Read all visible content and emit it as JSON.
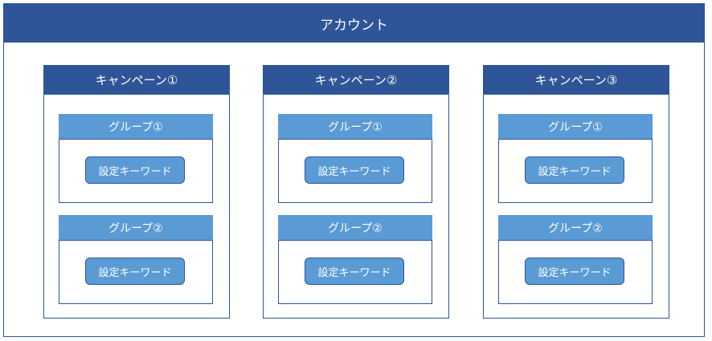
{
  "account": {
    "label": "アカウント"
  },
  "campaigns": [
    {
      "label": "キャンペーン①",
      "groups": [
        {
          "label": "グループ①",
          "keyword": "設定キーワード"
        },
        {
          "label": "グループ②",
          "keyword": "設定キーワード"
        }
      ]
    },
    {
      "label": "キャンペーン②",
      "groups": [
        {
          "label": "グループ①",
          "keyword": "設定キーワード"
        },
        {
          "label": "グループ②",
          "keyword": "設定キーワード"
        }
      ]
    },
    {
      "label": "キャンペーン③",
      "groups": [
        {
          "label": "グループ①",
          "keyword": "設定キーワード"
        },
        {
          "label": "グループ②",
          "keyword": "設定キーワード"
        }
      ]
    }
  ],
  "colors": {
    "dark_blue": "#2e5597",
    "light_blue": "#5b9bd5"
  }
}
